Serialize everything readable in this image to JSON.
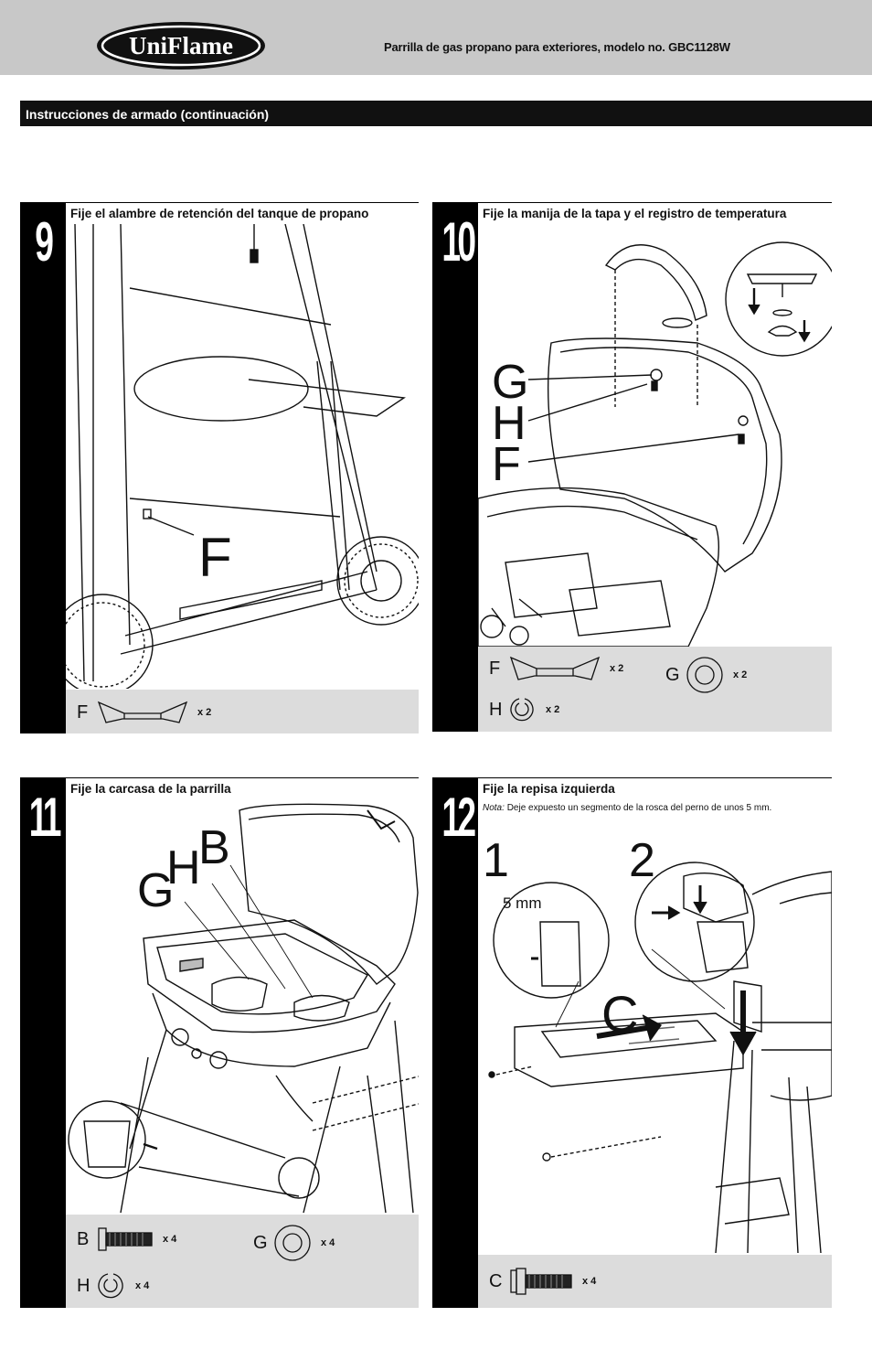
{
  "header": {
    "brand": "UniFlame",
    "title": "Parrilla de gas propano para exteriores, modelo no. GBC1128W"
  },
  "section": {
    "title": "Instrucciones de armado (continuación)"
  },
  "steps": [
    {
      "number": "9",
      "title": "Fije el alambre de retención del tanque de propano",
      "callouts": [
        "F"
      ],
      "parts": [
        {
          "letter": "F",
          "qty": "x 2"
        }
      ]
    },
    {
      "number": "10",
      "title": "Fije la manija de la tapa y el registro de temperatura",
      "callouts": [
        "G",
        "H",
        "F"
      ],
      "parts": [
        {
          "letter": "F",
          "qty": "x 2"
        },
        {
          "letter": "G",
          "qty": "x 2"
        },
        {
          "letter": "H",
          "qty": "x 2"
        }
      ]
    },
    {
      "number": "11",
      "title": "Fije la carcasa de la parrilla",
      "callouts": [
        "G",
        "H",
        "B"
      ],
      "parts": [
        {
          "letter": "B",
          "qty": "x 4"
        },
        {
          "letter": "G",
          "qty": "x 4"
        },
        {
          "letter": "H",
          "qty": "x 4"
        }
      ]
    },
    {
      "number": "12",
      "title": "Fije la repisa izquierda",
      "note_label": "Nota:",
      "note_text": "Deje expuesto un segmento de la rosca del perno de unos 5 mm.",
      "callouts": [
        "1",
        "2",
        "C",
        "5 mm"
      ],
      "parts": [
        {
          "letter": "C",
          "qty": "x 4"
        }
      ]
    }
  ]
}
